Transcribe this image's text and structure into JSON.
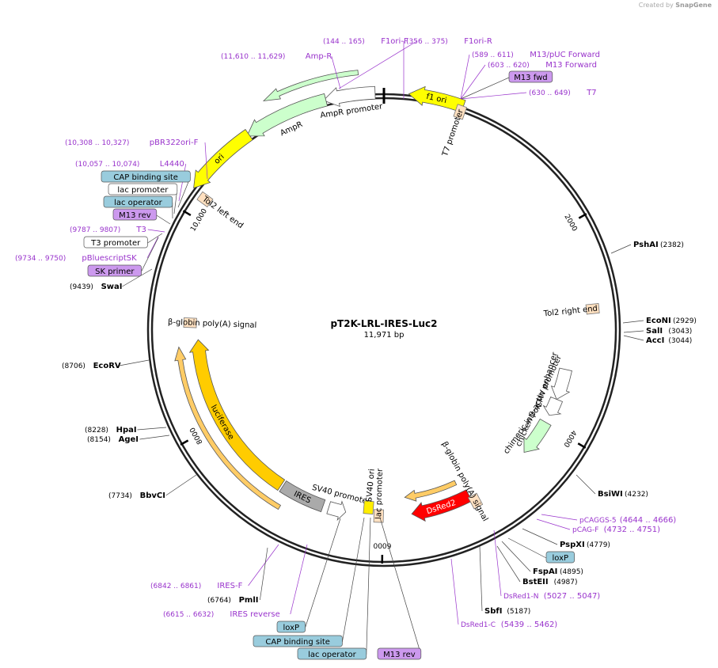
{
  "credit": {
    "created_by": "Created by",
    "brand": "SnapGene"
  },
  "plasmid": {
    "name": "pT2K-LRL-IRES-Luc2",
    "length": "11,971 bp",
    "total_bp": 11971
  },
  "ticks": [
    {
      "bp": 2000,
      "label": "2000"
    },
    {
      "bp": 4000,
      "label": "4000"
    },
    {
      "bp": 6000,
      "label": "6000"
    },
    {
      "bp": 8000,
      "label": "8000"
    },
    {
      "bp": 10000,
      "label": "10,000"
    }
  ],
  "features": [
    {
      "name": "f1 ori",
      "label": "f1 ori",
      "start": 200,
      "end": 650,
      "ring": 300,
      "color": "#ffff00",
      "dir": -1,
      "label_inside": true
    },
    {
      "name": "AmpR promoter",
      "label": "AmpR promoter",
      "start": 11480,
      "end": 11900,
      "ring": 300,
      "color": "#ffffff",
      "dir": -1,
      "label_inside": false
    },
    {
      "name": "AmpR",
      "label": "AmpR",
      "start": 10800,
      "end": 11500,
      "ring": 300,
      "color": "#ccffcc",
      "dir": -1,
      "label_inside": false
    },
    {
      "name": "AmpR top",
      "label": "",
      "start": 11050,
      "end": 11780,
      "ring": 327,
      "color": "#ccffcc",
      "dir": -1,
      "label_inside": false
    },
    {
      "name": "ori",
      "label": "ori",
      "start": 10200,
      "end": 10820,
      "ring": 300,
      "color": "#ffff00",
      "dir": -1,
      "label_inside": true
    },
    {
      "name": "CMV enhancer",
      "label": "CMV enhancer",
      "start": 3400,
      "end": 3720,
      "ring": 235,
      "color": "#ffffff",
      "dir": 1,
      "label_inside": false
    },
    {
      "name": "chicken beta-actin promoter",
      "label": "chicken β-actin promoter",
      "start": 3720,
      "end": 3900,
      "ring": 235,
      "color": "#ffffff",
      "dir": 1,
      "label_inside": false
    },
    {
      "name": "chimeric intron",
      "label": "chimeric intron",
      "start": 3980,
      "end": 4360,
      "ring": 235,
      "color": "#ccffcc",
      "dir": 1,
      "label_inside": false
    },
    {
      "name": "DsRed2",
      "label": "DsRed2",
      "start": 5080,
      "end": 5700,
      "ring": 235,
      "color": "#ff0000",
      "dir": 1,
      "label_inside": true
    },
    {
      "name": "DsRed lower",
      "label": "",
      "start": 5150,
      "end": 5750,
      "ring": 213,
      "color": "#ffcc66",
      "dir": 1,
      "label_inside": false
    },
    {
      "name": "luciferase",
      "label": "luciferase",
      "start": 7100,
      "end": 8880,
      "ring": 235,
      "color": "#ffcc00",
      "dir": 1,
      "label_inside": true
    },
    {
      "name": "luc outer",
      "label": "",
      "start": 7000,
      "end": 8820,
      "ring": 260,
      "color": "#ffcc66",
      "dir": 1,
      "label_inside": false
    },
    {
      "name": "IRES",
      "label": "IRES",
      "start": 6620,
      "end": 7080,
      "ring": 235,
      "color": "#aaaaaa",
      "dir": 0,
      "label_inside": true
    },
    {
      "name": "SV40 promoter",
      "label": "SV40 promoter",
      "start": 6380,
      "end": 6560,
      "ring": 235,
      "color": "#ffffff",
      "dir": -1,
      "label_inside": false
    }
  ],
  "small_features": [
    {
      "label": "T7 promoter",
      "bp": 640,
      "ring": 292
    },
    {
      "label": "Tol2 left end",
      "bp": 10180,
      "ring": 280
    },
    {
      "label": "Tol2 right end",
      "bp": 2800,
      "ring": 265
    },
    {
      "label": "β-globin poly(A) signal",
      "bp": 9050,
      "ring": 245
    },
    {
      "label": "β-globin poly(A) signal",
      "bp": 5050,
      "ring": 245
    },
    {
      "label": "SV40 ori",
      "bp": 6150,
      "ring": 225
    },
    {
      "label": "lac promoter",
      "bp": 6040,
      "ring": 235
    }
  ],
  "outside_labels": [
    {
      "text": "(144 .. 165)",
      "text2": "F1ori-F",
      "type": "primer"
    },
    {
      "text": "(356 .. 375)",
      "text2": "F1ori-R",
      "type": "primer"
    },
    {
      "text": "(11,610 .. 11,629)",
      "text2": "Amp-R",
      "type": "primer"
    },
    {
      "text": "(589 .. 611)",
      "text2": "M13/pUC Forward",
      "type": "primer"
    },
    {
      "text": "(603 .. 620)",
      "text2": "M13 Forward",
      "type": "primer"
    },
    {
      "text": "M13 fwd",
      "text2": "",
      "type": "box_purple"
    },
    {
      "text": "(630 .. 649)",
      "text2": "T7",
      "type": "primer"
    },
    {
      "text": "(10,308 .. 10,327)",
      "text2": "pBR322ori-F",
      "type": "primer"
    },
    {
      "text": "(10,057 .. 10,074)",
      "text2": "L4440",
      "type": "primer"
    },
    {
      "text": "CAP binding site",
      "text2": "",
      "type": "box_blue"
    },
    {
      "text": "lac promoter",
      "text2": "",
      "type": "box_white"
    },
    {
      "text": "lac operator",
      "text2": "",
      "type": "box_blue"
    },
    {
      "text": "M13 rev",
      "text2": "",
      "type": "box_purple"
    },
    {
      "text": "(9787 .. 9807)",
      "text2": "T3",
      "type": "primer"
    },
    {
      "text": "T3 promoter",
      "text2": "",
      "type": "box_white"
    },
    {
      "text": "(9734 .. 9750)",
      "text2": "pBluescriptSK",
      "type": "primer"
    },
    {
      "text": "SK primer",
      "text2": "",
      "type": "box_purple"
    },
    {
      "text": "(9439)",
      "text2": "SwaI",
      "type": "enzyme"
    },
    {
      "text": "(8706)",
      "text2": "EcoRV",
      "type": "enzyme"
    },
    {
      "text": "(8228)",
      "text2": "HpaI",
      "type": "enzyme"
    },
    {
      "text": "(8154)",
      "text2": "AgeI",
      "type": "enzyme"
    },
    {
      "text": "(7734)",
      "text2": "BbvCI",
      "type": "enzyme"
    },
    {
      "text": "PshAI",
      "text2": "(2382)",
      "type": "enzyme_r"
    },
    {
      "text": "EcoNI",
      "text2": "(2929)",
      "type": "enzyme_r"
    },
    {
      "text": "SalI",
      "text2": "(3043)",
      "type": "enzyme_r"
    },
    {
      "text": "AccI",
      "text2": "(3044)",
      "type": "enzyme_r"
    },
    {
      "text": "BsiWI",
      "text2": "(4232)",
      "type": "enzyme_r"
    },
    {
      "text": "pCAGGS-5",
      "text2": "(4644 .. 4666)",
      "type": "primer_r"
    },
    {
      "text": "pCAG-F",
      "text2": "(4732 .. 4751)",
      "type": "primer_r"
    },
    {
      "text": "PspXI",
      "text2": "(4779)",
      "type": "enzyme_r"
    },
    {
      "text": "loxP",
      "text2": "",
      "type": "box_blue"
    },
    {
      "text": "FspAI",
      "text2": "(4895)",
      "type": "enzyme_r"
    },
    {
      "text": "BstEII",
      "text2": "(4987)",
      "type": "enzyme_r"
    },
    {
      "text": "DsRed1-N",
      "text2": "(5027 .. 5047)",
      "type": "primer_r"
    },
    {
      "text": "SbfI",
      "text2": "(5187)",
      "type": "enzyme_r"
    },
    {
      "text": "DsRed1-C",
      "text2": "(5439 .. 5462)",
      "type": "primer_r"
    },
    {
      "text": "(6842 .. 6861)",
      "text2": "IRES-F",
      "type": "primer"
    },
    {
      "text": "(6764)",
      "text2": "PmlI",
      "type": "enzyme"
    },
    {
      "text": "(6615 .. 6632)",
      "text2": "IRES reverse",
      "type": "primer"
    },
    {
      "text": "loxP",
      "text2": "",
      "type": "box_blue"
    },
    {
      "text": "CAP binding site",
      "text2": "",
      "type": "box_blue"
    },
    {
      "text": "lac operator",
      "text2": "",
      "type": "box_blue"
    },
    {
      "text": "M13 rev",
      "text2": "",
      "type": "box_purple"
    }
  ],
  "colors": {
    "primer": "#9933cc",
    "enzyme": "#000000",
    "box_blue": "#99ccdd",
    "box_purple": "#cc99ee",
    "box_white": "#ffffff",
    "ring": "#222222"
  }
}
